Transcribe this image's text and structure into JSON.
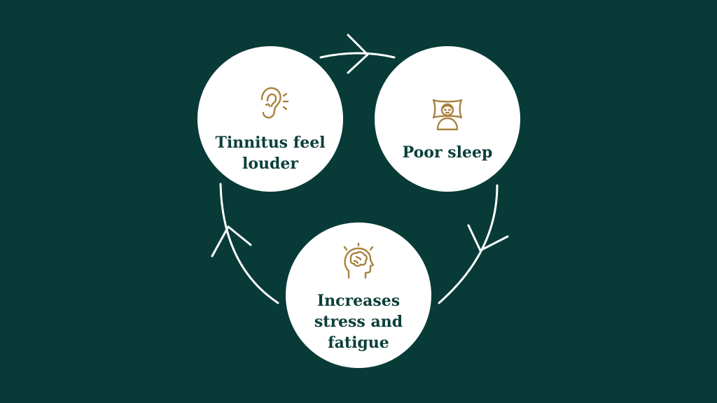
{
  "cycle": {
    "nodes": [
      {
        "label": "Tinnitus feel\nlouder",
        "icon": "ear-sound-icon"
      },
      {
        "label": "Poor sleep",
        "icon": "sleeping-person-icon"
      },
      {
        "label": "Increases\nstress and\nfatigue",
        "icon": "stressed-head-icon"
      }
    ]
  },
  "colors": {
    "background": "#083b37",
    "circle": "#ffffff",
    "text": "#0b3f3a",
    "icon": "#a9823f",
    "arrow": "#ffffff"
  }
}
